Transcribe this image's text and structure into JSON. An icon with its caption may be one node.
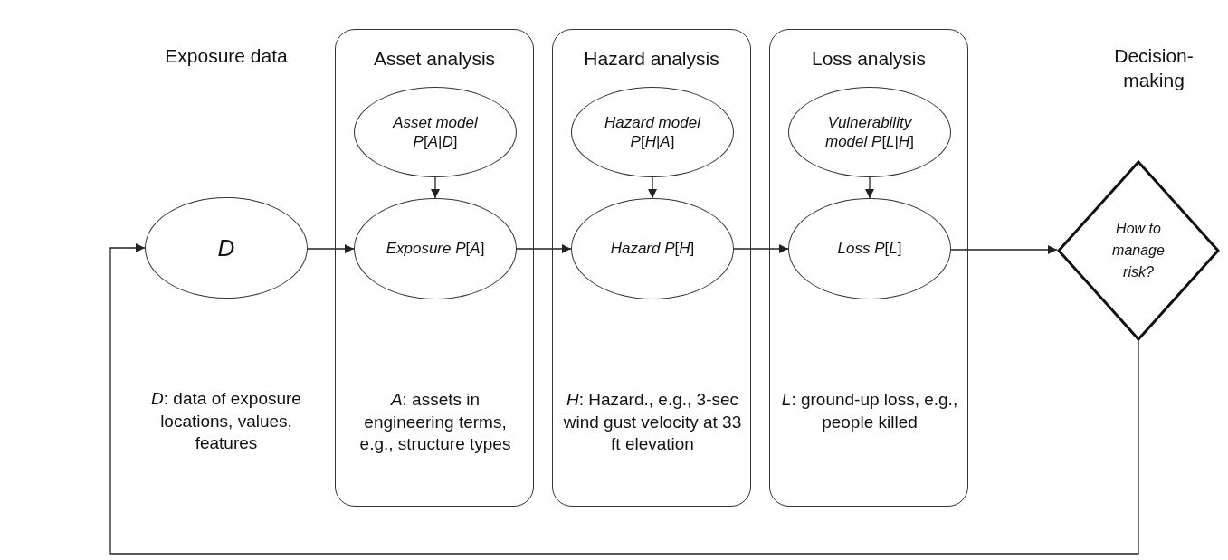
{
  "diagram": {
    "nodes": [
      {
        "text": [
          "D"
        ]
      },
      {
        "text": [
          "Asset analysis",
          "*A*: assets in engineering terms, e.g., structure types"
        ]
      },
      {
        "text": [
          "*Asset model* *P*[*A*|*D*]"
        ],
        "in": 1
      },
      {
        "text": [
          "*Exposure* *P*[*A*]"
        ],
        "in": 1
      },
      {
        "text": [
          "Hazard analysis",
          "*H*: Hazard., e.g., 3-sec wind gust velocity at 33 ft elevation"
        ]
      },
      {
        "text": [
          "*Hazard model* *P*[*H*|*A*]"
        ],
        "in": 4
      },
      {
        "text": [
          "*Hazard* *P*[*H*]"
        ],
        "in": 4
      },
      {
        "text": [
          "Loss analysis",
          "*L*: ground-up loss, e.g., people killed"
        ]
      },
      {
        "text": [
          "*Vulnerability model* *P*[*L*|*H*]"
        ],
        "in": 7
      },
      {
        "text": [
          "*Loss* *P*[*L*]"
        ],
        "in": 7
      },
      {
        "text": [
          "How to manage risk?"
        ]
      }
    ],
    "edges": [
      {
        "from": 0,
        "to": 3,
        "arrow": "to"
      },
      {
        "from": 2,
        "to": 3,
        "arrow": "to"
      },
      {
        "from": 3,
        "to": 6,
        "arrow": "to"
      },
      {
        "from": 5,
        "to": 6,
        "arrow": "to"
      },
      {
        "from": 6,
        "to": 9,
        "arrow": "to"
      },
      {
        "from": 8,
        "to": 9,
        "arrow": "to"
      },
      {
        "from": 9,
        "to": 10,
        "arrow": "to"
      },
      {
        "from": 10,
        "to": 0,
        "arrow": "to"
      }
    ],
    "labels": [
      "Exposure data",
      "Decision-making",
      "*D*: data of exposure locations, values, features"
    ]
  }
}
